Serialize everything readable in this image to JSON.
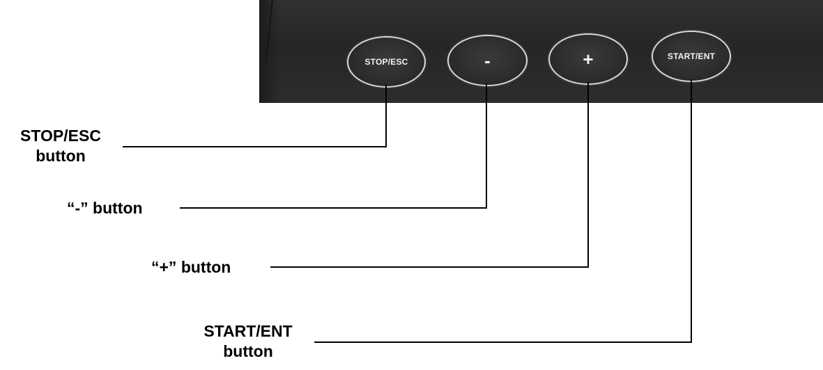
{
  "panel": {
    "buttons": {
      "stop_label": "STOP/ESC",
      "minus_label": "-",
      "plus_label": "+",
      "start_label": "START/ENT"
    }
  },
  "callouts": {
    "stop": {
      "line1": "STOP/ESC",
      "line2": "button"
    },
    "minus": {
      "line1": "“-” button"
    },
    "plus": {
      "line1": "“+” button"
    },
    "start": {
      "line1": "START/ENT",
      "line2": "button"
    }
  }
}
